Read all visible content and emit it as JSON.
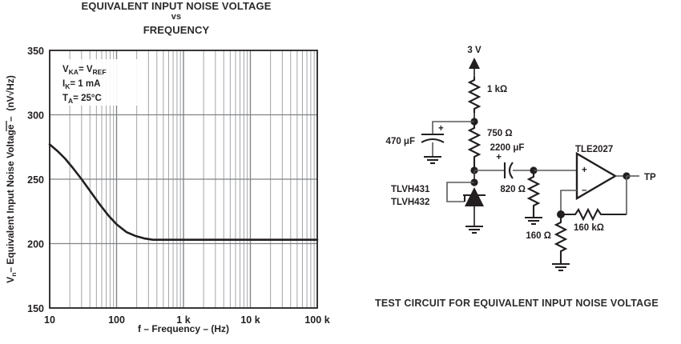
{
  "chart_data": {
    "type": "line",
    "title": "EQUIVALENT INPUT NOISE VOLTAGE vs FREQUENCY",
    "title_lines": [
      "EQUIVALENT INPUT NOISE VOLTAGE",
      "vs",
      "FREQUENCY"
    ],
    "xlabel": "f – Frequency – (Hz)",
    "ylabel": "V n – Equivalent Input Noise Voltage – (nV/√Hz)",
    "ylabel_prefix": "V",
    "ylabel_sub": "n",
    "ylabel_rest": "– Equivalent Input Noise Voltage –  (nV",
    "ylabel_sqrt": "√Hz)",
    "xscale": "log",
    "yscale": "linear",
    "xlim": [
      10,
      100000
    ],
    "ylim": [
      150,
      350
    ],
    "grid": true,
    "minor_grid": true,
    "xticks": [
      10,
      100,
      1000,
      10000,
      100000
    ],
    "xticklabels": [
      "10",
      "100",
      "1 k",
      "10 k",
      "100 k"
    ],
    "yticks": [
      150,
      200,
      250,
      300,
      350
    ],
    "yticklabels": [
      "150",
      "200",
      "250",
      "300",
      "350"
    ],
    "series": [
      {
        "name": "Equivalent input noise voltage",
        "x": [
          10,
          13,
          17,
          22,
          30,
          40,
          55,
          75,
          100,
          140,
          190,
          260,
          350,
          500,
          700,
          1000,
          2000,
          5000,
          10000,
          30000,
          100000
        ],
        "y": [
          277,
          272,
          266,
          259,
          250,
          241,
          231,
          222,
          215,
          209,
          206,
          204,
          203,
          203,
          203,
          203,
          203,
          203,
          203,
          203,
          203
        ]
      }
    ],
    "annotations": [
      {
        "text": "V_KA = V_REF",
        "base": "V",
        "sub": "KA",
        "rest": "= V",
        "sub2": "REF"
      },
      {
        "text": "I_K = 1 mA",
        "base": "I",
        "sub": "K",
        "rest": "= 1 mA"
      },
      {
        "text": "T_A = 25°C",
        "base": "T",
        "sub": "A",
        "rest": "= 25°C"
      }
    ],
    "colors": {
      "curve": "#231f20",
      "grid_major": "#808285",
      "grid_minor": "#a7a9ac",
      "frame": "#231f20"
    }
  },
  "circuit": {
    "caption": "TEST CIRCUIT FOR EQUIVALENT INPUT NOISE VOLTAGE",
    "supply_label": "3 V",
    "output_label": "TP",
    "opamp_label": "TLE2027",
    "shunt_ref_line1": "TLVH431",
    "shunt_ref_line2": "TLVH432",
    "components": {
      "r_series": "1 kΩ",
      "r_divider": "750 Ω",
      "c_bypass": "470 μF",
      "c_couple": "2200 μF",
      "r_load": "820 Ω",
      "r_gain_low": "160 Ω",
      "r_feedback": "160 kΩ",
      "plus_bypass": "+",
      "plus_couple": "+"
    },
    "opamp_pins": {
      "noninverting": "+",
      "inverting": "–"
    }
  }
}
